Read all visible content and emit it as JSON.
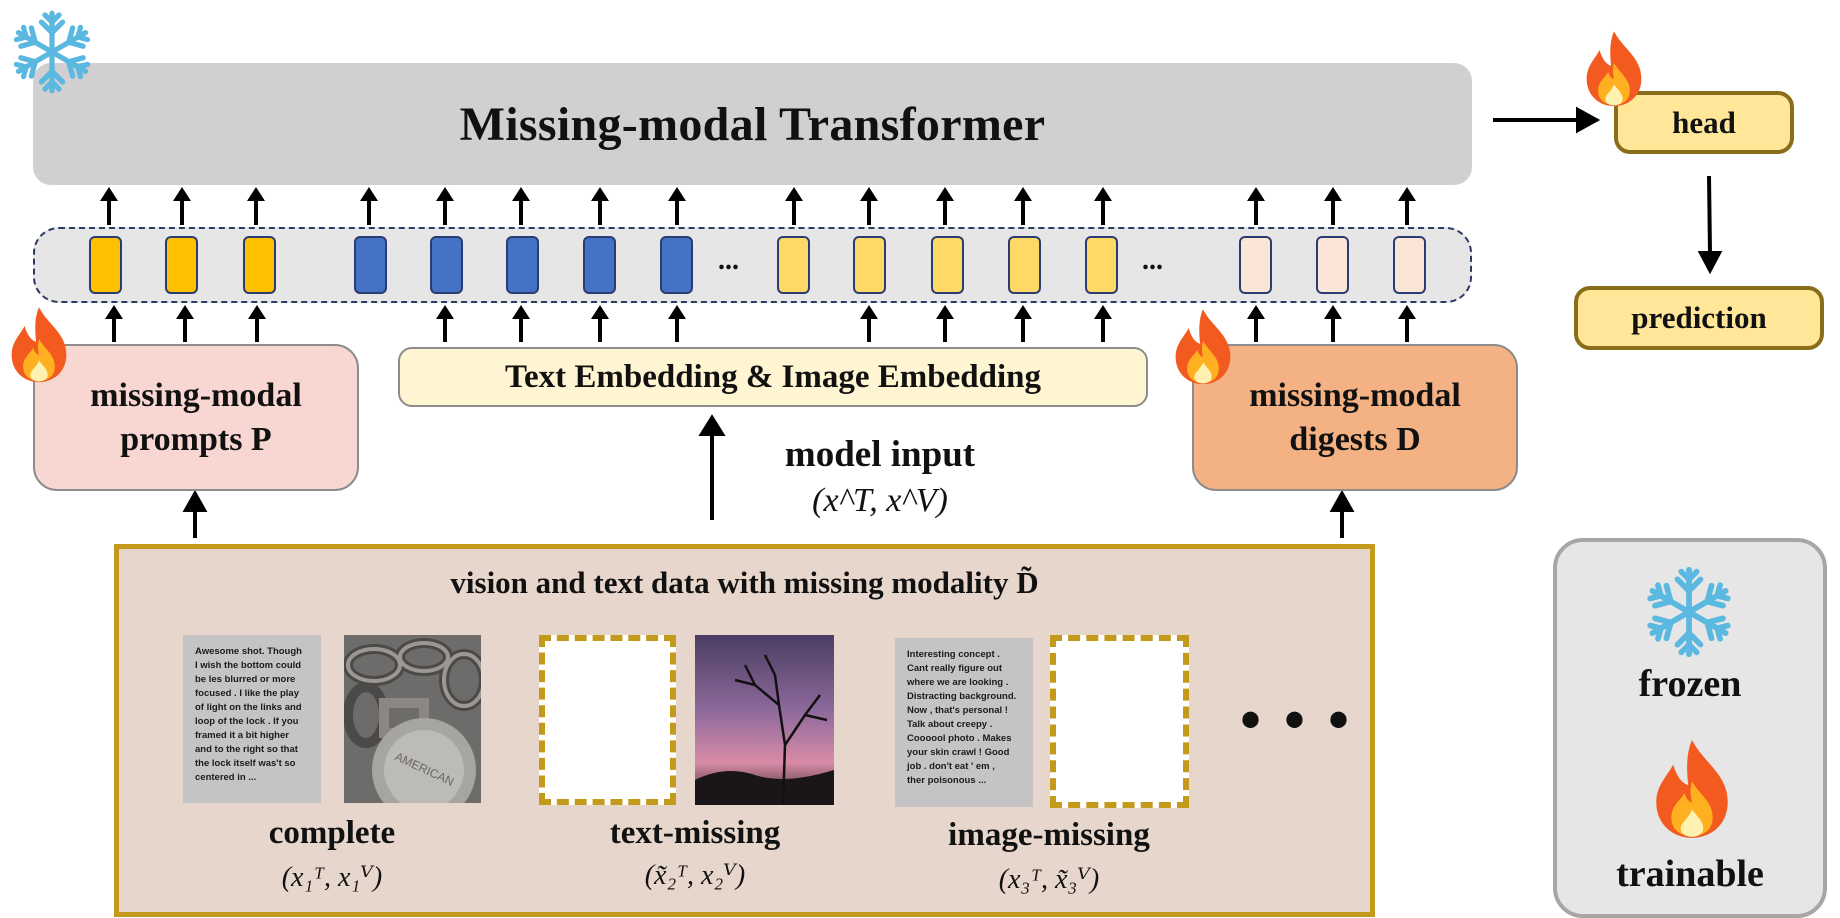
{
  "transformer": {
    "title": "Missing-modal Transformer"
  },
  "tokens": {
    "ellipsis": "..."
  },
  "prompts_box": {
    "label": "missing-modal prompts P"
  },
  "digests_box": {
    "label": "missing-modal digests D"
  },
  "embedding": {
    "label": "Text Embedding & Image Embedding"
  },
  "model_input": {
    "label": "model input",
    "math": "(x^T, x^V)"
  },
  "head": {
    "label": "head"
  },
  "prediction": {
    "label": "prediction"
  },
  "dataset": {
    "title": "vision and text data with missing modality D̃",
    "samples": [
      {
        "label": "complete",
        "math": "(x₁ᵀ, x₁ⱽ)",
        "text": "Awesome shot. Though\nI wish the bottom could\nbe les blurred or more\nfocused . I like the play\nof light on the links and\nloop of the lock .  If you\nframed it a bit higher\nand to the right so that\nthe lock itself was't so\ncentered in ..."
      },
      {
        "label": "text-missing",
        "math": "(x̃₂ᵀ, x₂ⱽ)"
      },
      {
        "label": "image-missing",
        "math": "(x₃ᵀ, x̃₃ⱽ)",
        "text": "Interesting concept .\nCant really figure out\nwhere we are looking .\nDistracting background.\nNow ,  that's personal !\nTalk about creepy .\nCoooool photo .  Makes\nyour skin crawl !  Good\njob . don't eat  ' em ,\nther poisonous ..."
      }
    ],
    "more": "• • •"
  },
  "legend": {
    "frozen_label": "frozen",
    "trainable_label": "trainable"
  },
  "colors": {
    "prompt_token": "#ffc000",
    "embed_token": "#4472c4",
    "filler_token": "#ffd966",
    "digest_token": "#fbe5d6",
    "frame_gold": "#c49a1c",
    "snowflake": "#5bb8e0",
    "flame": "#f25a1f"
  }
}
